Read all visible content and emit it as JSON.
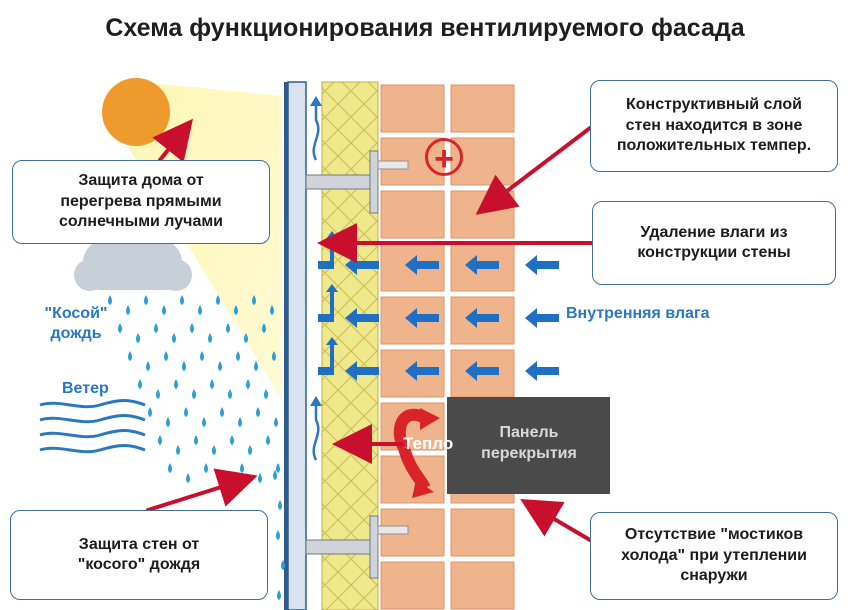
{
  "title": "Схема функционирования вентилируемого фасада",
  "callouts": {
    "sun_protection": [
      "Защита дома от",
      "перегрева прямыми",
      "солнечными лучами"
    ],
    "structural_layer": [
      "Конструктивный слой",
      "стен находится в зоне",
      "положительных темпер."
    ],
    "moisture_removal": [
      "Удаление влаги из",
      "конструкции стены"
    ],
    "rain_protection": [
      "Защита стен от",
      "\"косого\" дождя"
    ],
    "no_cold_bridges": [
      "Отсутствие \"мостиков",
      "холода\" при утеплении",
      "снаружи"
    ]
  },
  "labels": {
    "slanted_rain": [
      "\"Косой\"",
      "дождь"
    ],
    "wind": "Ветер",
    "internal_moisture": "Внутренняя влага",
    "heat": "Тепло",
    "floor_slab": [
      "Панель",
      "перекрытия"
    ],
    "plus_sign": "+"
  },
  "colors": {
    "title": "#1e1e1e",
    "callout_border": "#3f6f9a",
    "label_blue": "#2a78bd",
    "arrow_red": "#c8102e",
    "arrow_blue": "#1f6fc5",
    "brick": "#efb48c",
    "insulation": "#f0e88c",
    "slab": "#4a4a4a",
    "sun": "#ee9a2c"
  },
  "icons": [
    "sun-icon",
    "cloud-icon",
    "raindrop-icon",
    "wind-icon",
    "anchor-bracket-icon",
    "plus-icon"
  ]
}
